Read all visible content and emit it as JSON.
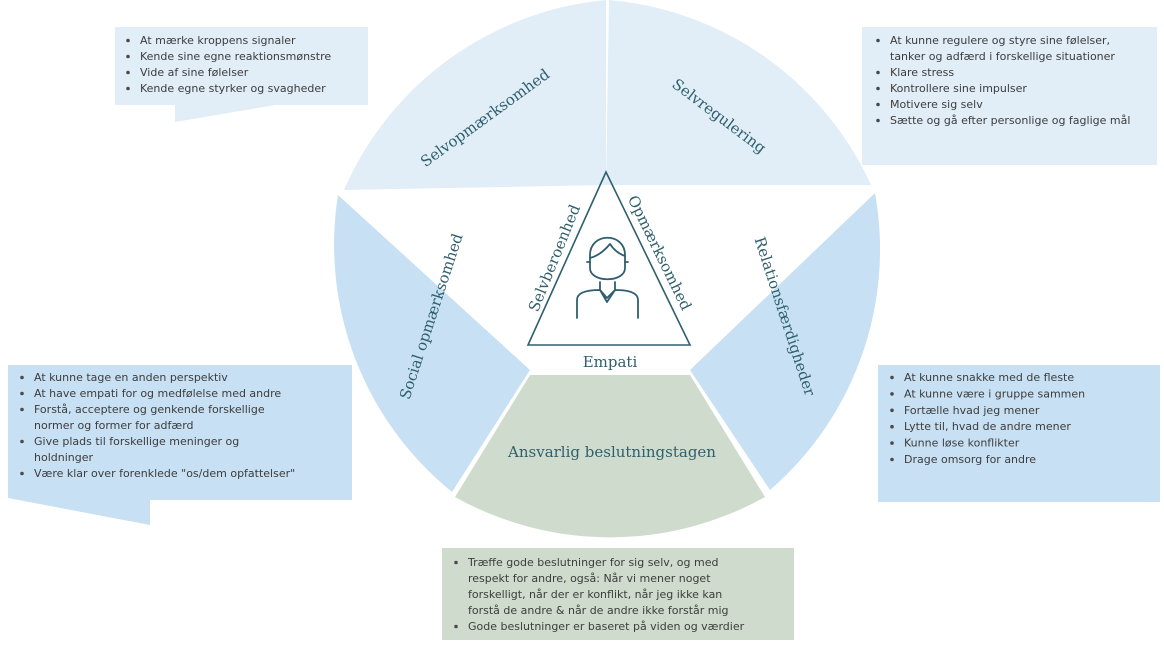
{
  "segments": {
    "selvopmaerksomhed": "Selvopmærksomhed",
    "selvregulering": "Selvregulering",
    "relationsfaerdigheder": "Relationsfærdigheder",
    "ansvarlig": "Ansvarlig beslutningstagen",
    "social": "Social opmærksomhed"
  },
  "center": {
    "left_side": "Selvberoenhed",
    "right_side": "Opmærksomhed",
    "bottom": "Empati",
    "icon": "person-icon"
  },
  "boxes": {
    "selvopmaerksomhed": [
      [
        "At mærke kroppens signaler"
      ],
      [
        "Kende sine egne reaktionsmønstre"
      ],
      [
        "Vide af sine følelser"
      ],
      [
        "Kende egne styrker og svagheder"
      ]
    ],
    "selvregulering": [
      [
        "At kunne regulere og styre sine følelser,",
        "tanker og adfærd i forskellige situationer"
      ],
      [
        "Klare stress"
      ],
      [
        "Kontrollere sine impulser"
      ],
      [
        "Motivere sig selv"
      ],
      [
        "Sætte og gå efter personlige og faglige mål"
      ]
    ],
    "social": [
      [
        "At kunne tage en anden perspektiv"
      ],
      [
        "At have empati for og medfølelse med andre"
      ],
      [
        "Forstå, acceptere og genkende forskellige",
        "normer og former for adfærd"
      ],
      [
        "Give plads til forskellige meninger og",
        "holdninger"
      ],
      [
        "Være klar over forenklede \"os/dem opfattelser\""
      ]
    ],
    "relationsfaerdigheder": [
      [
        "At kunne snakke med de fleste"
      ],
      [
        "At kunne være i gruppe sammen"
      ],
      [
        "Fortælle hvad jeg mener"
      ],
      [
        "Lytte til, hvad de andre mener"
      ],
      [
        "Kunne løse konflikter"
      ],
      [
        "Drage omsorg for andre"
      ]
    ],
    "ansvarlig": [
      [
        "Træffe gode beslutninger for sig selv, og med",
        "respekt for andre, også: Når vi mener noget",
        "forskelligt, når der er konflikt, når jeg ikke kan",
        "forstå de andre & når de andre ikke forstår mig"
      ],
      [
        "Gode beslutninger er baseret på viden og værdier"
      ]
    ]
  },
  "colors": {
    "light": "#e1edf7",
    "mid": "#c8e0f3",
    "green": "#cfdccd",
    "text": "#2f5f6e"
  }
}
